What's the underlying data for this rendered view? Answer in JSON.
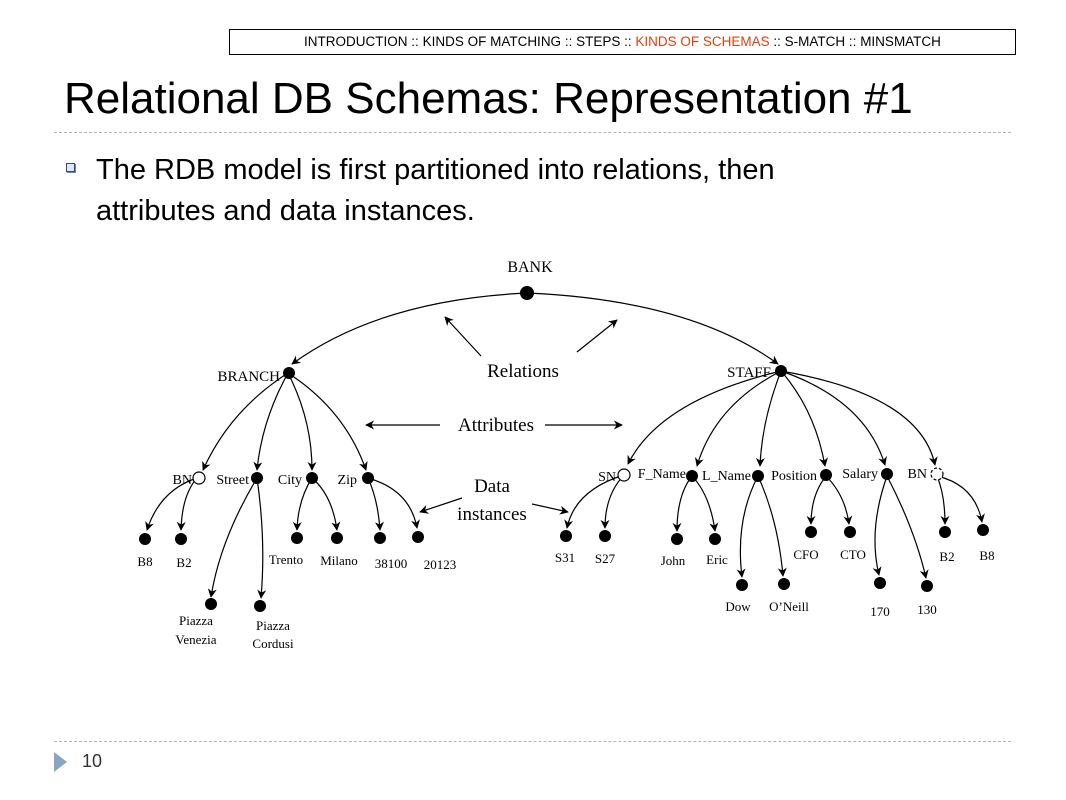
{
  "nav": {
    "items": [
      "INTRODUCTION",
      "KINDS OF MATCHING",
      "STEPS",
      "KINDS OF SCHEMAS",
      "S-MATCH",
      "MINSMATCH"
    ],
    "separator": " :: ",
    "active_index": 3,
    "active_color": "#e0400f"
  },
  "slide": {
    "title": "Relational DB Schemas: Representation #1",
    "bullet_line1": "The RDB model is first partitioned into relations, then",
    "bullet_line2": "attributes and data instances.",
    "page_number": "10"
  },
  "diagram": {
    "root": "BANK",
    "relations": [
      "BRANCH",
      "STAFF"
    ],
    "legend": {
      "relations": "Relations",
      "attributes": "Attributes",
      "data_line1": "Data",
      "data_line2": "instances"
    },
    "branch_attributes": [
      "BN",
      "Street",
      "City",
      "Zip"
    ],
    "staff_attributes": [
      "SN",
      "F_Name",
      "L_Name",
      "Position",
      "Salary",
      "BN"
    ],
    "instances": {
      "branch_bn": [
        "B8",
        "B2"
      ],
      "street_1": [
        "Piazza",
        "Venezia"
      ],
      "street_2": [
        "Piazza",
        "Cordusi"
      ],
      "city": [
        "Trento",
        "Milano"
      ],
      "zip": [
        "38100",
        "20123"
      ],
      "sn": [
        "S31",
        "S27"
      ],
      "f_name": [
        "John",
        "Eric"
      ],
      "l_name": [
        "Dow",
        "O’Neill"
      ],
      "position": [
        "CFO",
        "CTO"
      ],
      "salary": [
        "170",
        "130"
      ],
      "staff_bn": [
        "B2",
        "B8"
      ]
    }
  }
}
